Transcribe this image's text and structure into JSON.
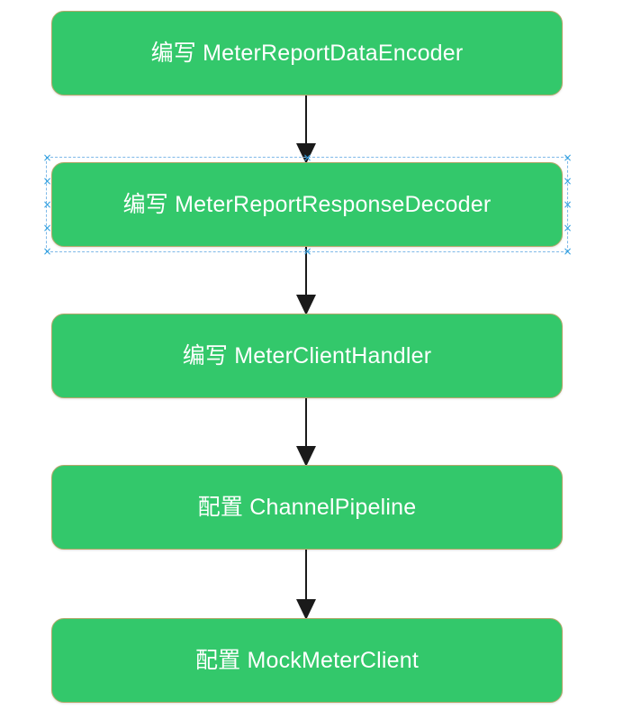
{
  "background_color": "#ffffff",
  "diagram": {
    "type": "flowchart",
    "orientation": "vertical",
    "node_fill_color": "#33c86b",
    "node_border_color": "#b3a86a",
    "node_text_color": "#ffffff",
    "connector_color": "#1a1a1a",
    "selection_color": "#2f9fe0",
    "nodes": [
      {
        "id": "node-0",
        "label": "编写 MeterReportDataEncoder",
        "cjk": "编写",
        "latin": "MeterReportDataEncoder",
        "selected": false
      },
      {
        "id": "node-1",
        "label": "编写 MeterReportResponseDecoder",
        "cjk": "编写",
        "latin": "MeterReportResponseDecoder",
        "selected": true
      },
      {
        "id": "node-2",
        "label": "编写 MeterClientHandler",
        "cjk": "编写",
        "latin": "MeterClientHandler",
        "selected": false
      },
      {
        "id": "node-3",
        "label": "配置 ChannelPipeline",
        "cjk": "配置",
        "latin": "ChannelPipeline",
        "selected": false
      },
      {
        "id": "node-4",
        "label": "配置 MockMeterClient",
        "cjk": "配置",
        "latin": "MockMeterClient",
        "selected": false
      }
    ],
    "connectors": [
      {
        "id": "conn-0",
        "from": "node-0",
        "to": "node-1",
        "arrow": "down"
      },
      {
        "id": "conn-1",
        "from": "node-1",
        "to": "node-2",
        "arrow": "down"
      },
      {
        "id": "conn-2",
        "from": "node-2",
        "to": "node-3",
        "arrow": "down"
      },
      {
        "id": "conn-3",
        "from": "node-3",
        "to": "node-4",
        "arrow": "down"
      }
    ],
    "selection": {
      "target": "node-1",
      "handle_glyph": "×",
      "handles": [
        "top-left",
        "top-center",
        "top-right",
        "middle-left",
        "middle-right",
        "bottom-left",
        "bottom-center",
        "bottom-right"
      ]
    }
  }
}
